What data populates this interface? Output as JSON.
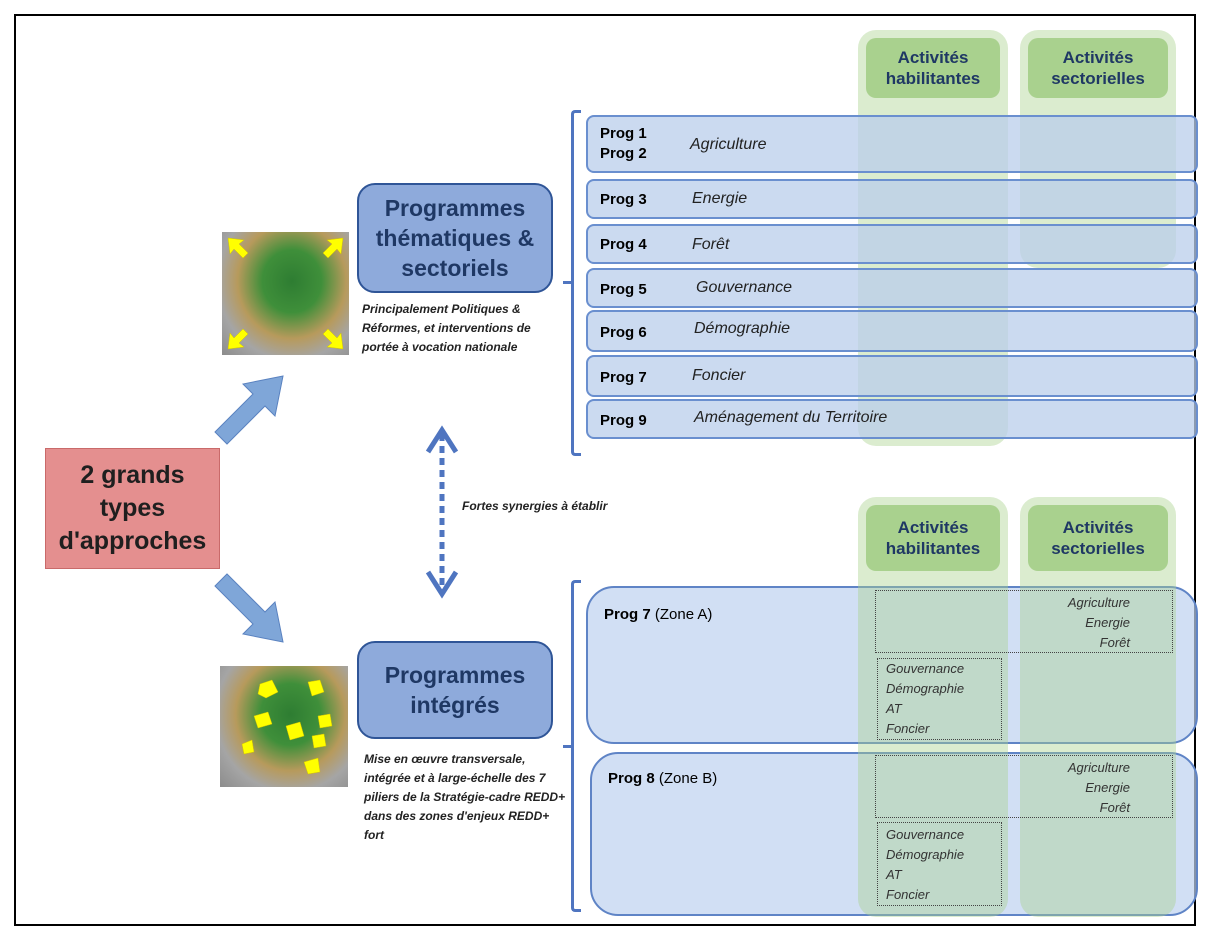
{
  "left_box": {
    "label": "2 grands types d'approches"
  },
  "header_top": {
    "habilitantes": "Activités habilitantes",
    "sectorielles": "Activités sectorielles"
  },
  "header_bottom": {
    "habilitantes": "Activités habilitantes",
    "sectorielles": "Activités sectorielles"
  },
  "thematic": {
    "title": "Programmes thématiques & sectoriels",
    "description": "Principalement Politiques & Réformes, et interventions de portée à vocation nationale",
    "rows": [
      {
        "prog": "Prog 1\nProg 2",
        "theme": "Agriculture"
      },
      {
        "prog": "Prog 3",
        "theme": "Energie"
      },
      {
        "prog": "Prog 4",
        "theme": "Forêt"
      },
      {
        "prog": "Prog 5",
        "theme": "Gouvernance"
      },
      {
        "prog": "Prog 6",
        "theme": "Démographie"
      },
      {
        "prog": "Prog 7",
        "theme": "Foncier"
      },
      {
        "prog": "Prog 9",
        "theme": "Aménagement du Territoire"
      }
    ]
  },
  "synergy": {
    "label": "Fortes synergies à établir"
  },
  "integrated": {
    "title": "Programmes intégrés",
    "description": "Mise en œuvre transversale, intégrée et à large-échelle des 7 piliers de la Stratégie-cadre REDD+ dans des zones d'enjeux REDD+ fort",
    "zones": [
      {
        "prog": "Prog 7",
        "zone": "(Zone A)",
        "sectoral": [
          "Agriculture",
          "Energie",
          "Forêt"
        ],
        "enabling": [
          "Gouvernance",
          "Démographie",
          "AT",
          "Foncier"
        ]
      },
      {
        "prog": "Prog 8",
        "zone": "(Zone B)",
        "sectoral": [
          "Agriculture",
          "Energie",
          "Forêt"
        ],
        "enabling": [
          "Gouvernance",
          "Démographie",
          "AT",
          "Foncier"
        ]
      }
    ]
  },
  "colors": {
    "bar_fill": "#b9cdeb",
    "bar_border": "#6a8fcf",
    "green_column": "#aad28c",
    "red_box": "#e48f8f",
    "blue_box": "#8eaadb"
  }
}
